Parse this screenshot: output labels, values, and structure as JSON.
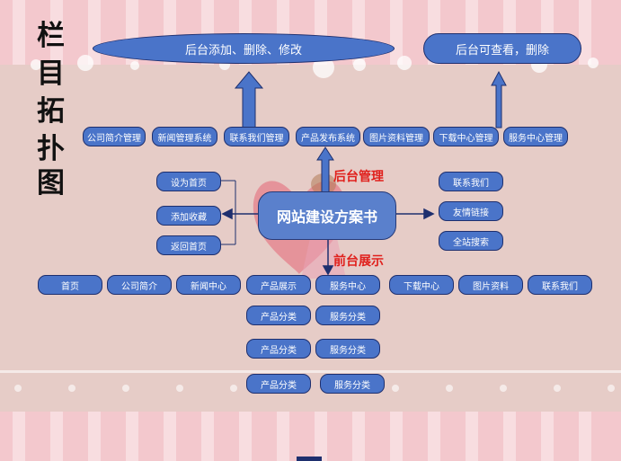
{
  "title_chars": [
    "栏",
    "目",
    "拓",
    "扑",
    "图"
  ],
  "colors": {
    "node_fill": "#4a74c9",
    "node_border": "#1e2f6e",
    "label_red": "#e0201c",
    "bg_stripe_pink": "#f6c9cf",
    "bg_main": "#e6ccc7"
  },
  "top": {
    "admin_edit": "后台添加、删除、修改",
    "admin_view": "后台可查看，删除"
  },
  "admin_row": [
    "公司简介管理",
    "新闻管理系统",
    "联系我们管理",
    "产品发布系统",
    "图片资料管理",
    "下载中心管理",
    "服务中心管理"
  ],
  "center": "网站建设方案书",
  "labels": {
    "backend": "后台管理",
    "frontend": "前台展示"
  },
  "left_tools": [
    "设为首页",
    "添加收藏",
    "返回首页"
  ],
  "right_tools": [
    "联系我们",
    "友情链接",
    "全站搜索"
  ],
  "front_row": [
    "首页",
    "公司简介",
    "新闻中心",
    "产品展示",
    "服务中心",
    "下载中心",
    "图片资料",
    "联系我们"
  ],
  "product_sub": [
    "产品分类",
    "产品分类",
    "产品分类"
  ],
  "service_sub": [
    "服务分类",
    "服务分类",
    "服务分类"
  ]
}
